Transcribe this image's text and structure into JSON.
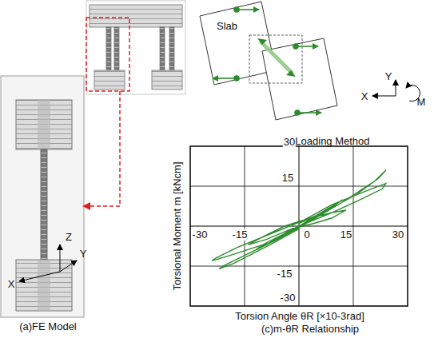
{
  "diagram": {
    "nodes": [
      {
        "text": [
          "Slab"
        ]
      }
    ],
    "labels": [
      "(a)FE Model",
      "Z",
      "Y",
      "X",
      "(b)Loading Method",
      "Y",
      "X",
      "M",
      "Torsional Moment m [kNcm]",
      "30",
      "15",
      "-15",
      "-30",
      "-30",
      "-15",
      "0",
      "15",
      "30",
      "Torsion Angle θR [×10-3rad]",
      "(c)m-θR Relationship"
    ]
  }
}
